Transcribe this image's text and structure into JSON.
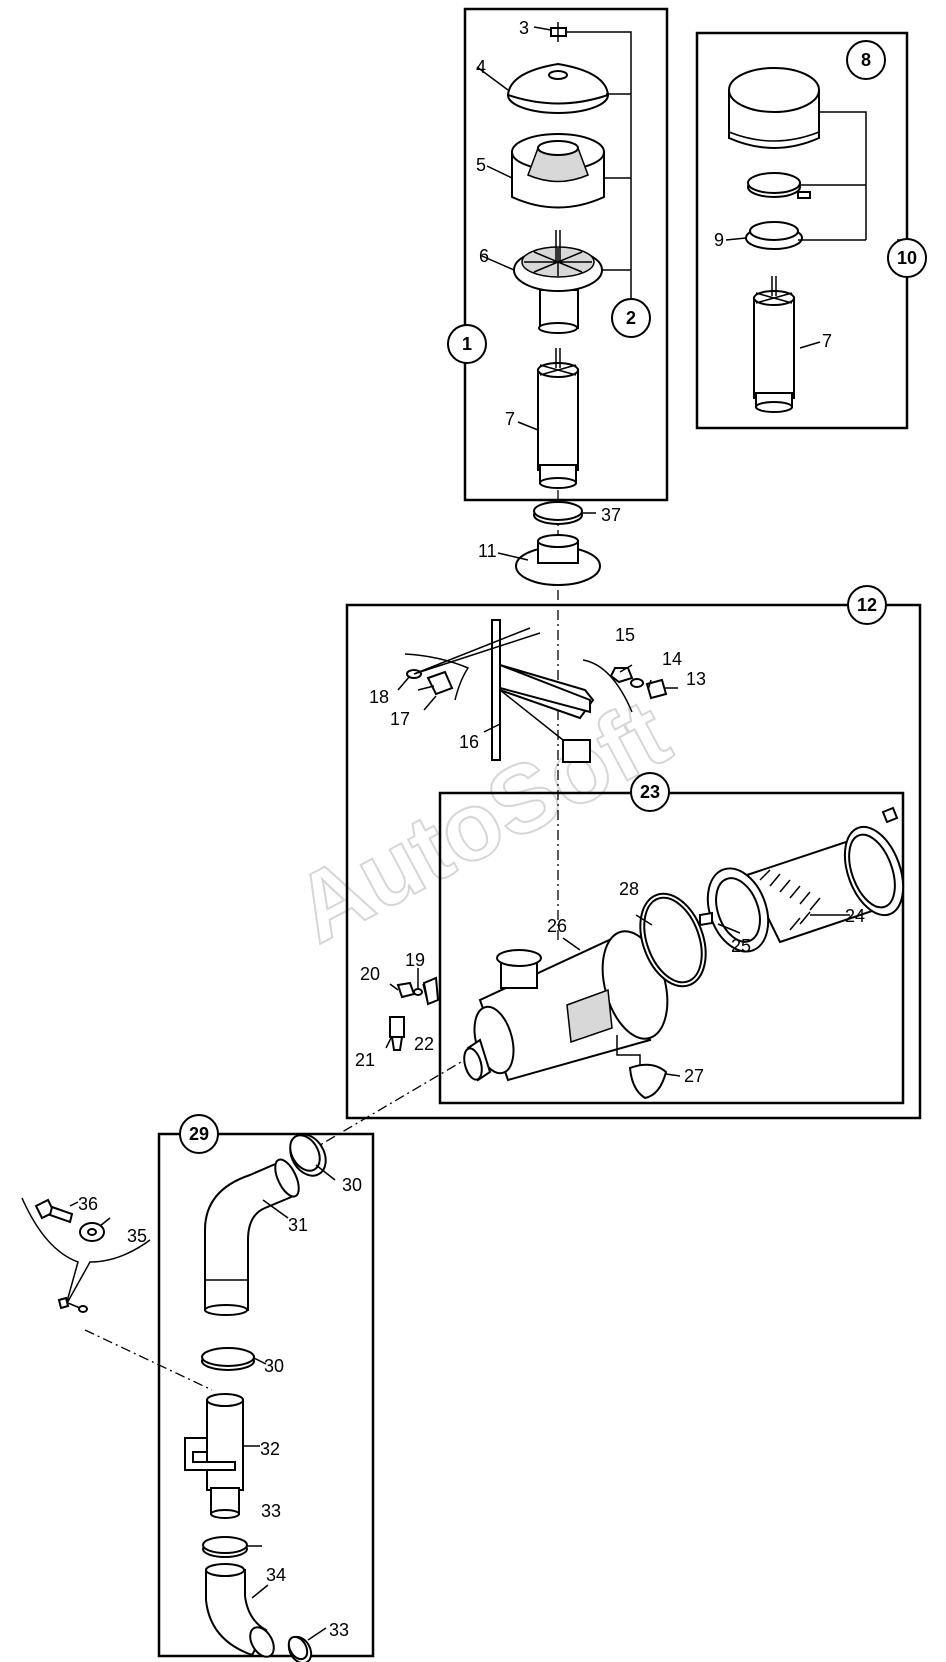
{
  "watermark": "AutoSoft",
  "callouts": {
    "p1": "1",
    "p2": "2",
    "p3": "3",
    "p4": "4",
    "p5": "5",
    "p6": "6",
    "p7a": "7",
    "p7b": "7",
    "p8": "8",
    "p9": "9",
    "p10": "10",
    "p11": "11",
    "p12": "12",
    "p13": "13",
    "p14": "14",
    "p15": "15",
    "p16": "16",
    "p17": "17",
    "p18": "18",
    "p19": "19",
    "p20": "20",
    "p21": "21",
    "p22": "22",
    "p23": "23",
    "p24": "24",
    "p25": "25",
    "p26": "26",
    "p27": "27",
    "p28": "28",
    "p29": "29",
    "p30a": "30",
    "p30b": "30",
    "p31": "31",
    "p32": "32",
    "p33a": "33",
    "p33b": "33",
    "p34": "34",
    "p35": "35",
    "p36": "36",
    "p37": "37"
  }
}
